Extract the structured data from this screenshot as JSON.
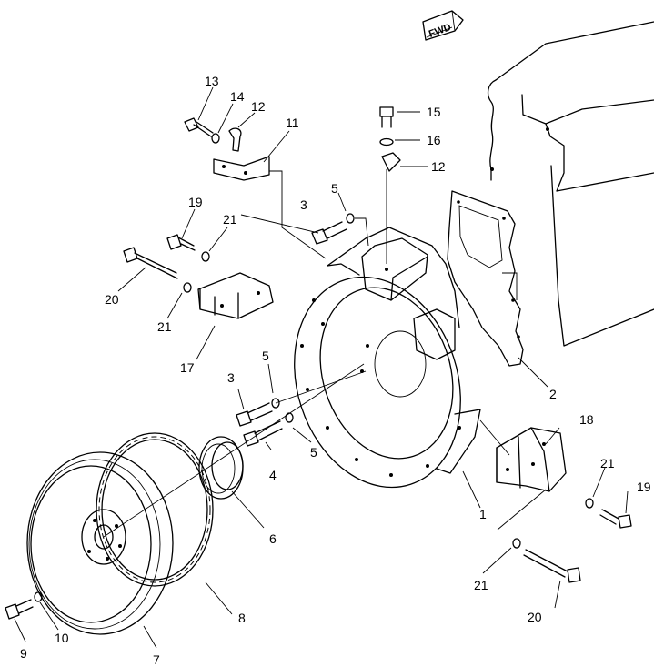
{
  "diagram": {
    "direction_badge": "FWD",
    "callouts": [
      {
        "id": "c1",
        "text": "1"
      },
      {
        "id": "c2",
        "text": "2"
      },
      {
        "id": "c3a",
        "text": "3"
      },
      {
        "id": "c3b",
        "text": "3"
      },
      {
        "id": "c4",
        "text": "4"
      },
      {
        "id": "c5a",
        "text": "5"
      },
      {
        "id": "c5b",
        "text": "5"
      },
      {
        "id": "c5c",
        "text": "5"
      },
      {
        "id": "c6",
        "text": "6"
      },
      {
        "id": "c7",
        "text": "7"
      },
      {
        "id": "c8",
        "text": "8"
      },
      {
        "id": "c9",
        "text": "9"
      },
      {
        "id": "c10",
        "text": "10"
      },
      {
        "id": "c11",
        "text": "11"
      },
      {
        "id": "c12a",
        "text": "12"
      },
      {
        "id": "c12b",
        "text": "12"
      },
      {
        "id": "c13",
        "text": "13"
      },
      {
        "id": "c14",
        "text": "14"
      },
      {
        "id": "c15",
        "text": "15"
      },
      {
        "id": "c16",
        "text": "16"
      },
      {
        "id": "c17",
        "text": "17"
      },
      {
        "id": "c18",
        "text": "18"
      },
      {
        "id": "c19a",
        "text": "19"
      },
      {
        "id": "c19b",
        "text": "19"
      },
      {
        "id": "c20a",
        "text": "20"
      },
      {
        "id": "c20b",
        "text": "20"
      },
      {
        "id": "c21a",
        "text": "21"
      },
      {
        "id": "c21b",
        "text": "21"
      },
      {
        "id": "c21c",
        "text": "21"
      },
      {
        "id": "c21d",
        "text": "21"
      }
    ]
  }
}
